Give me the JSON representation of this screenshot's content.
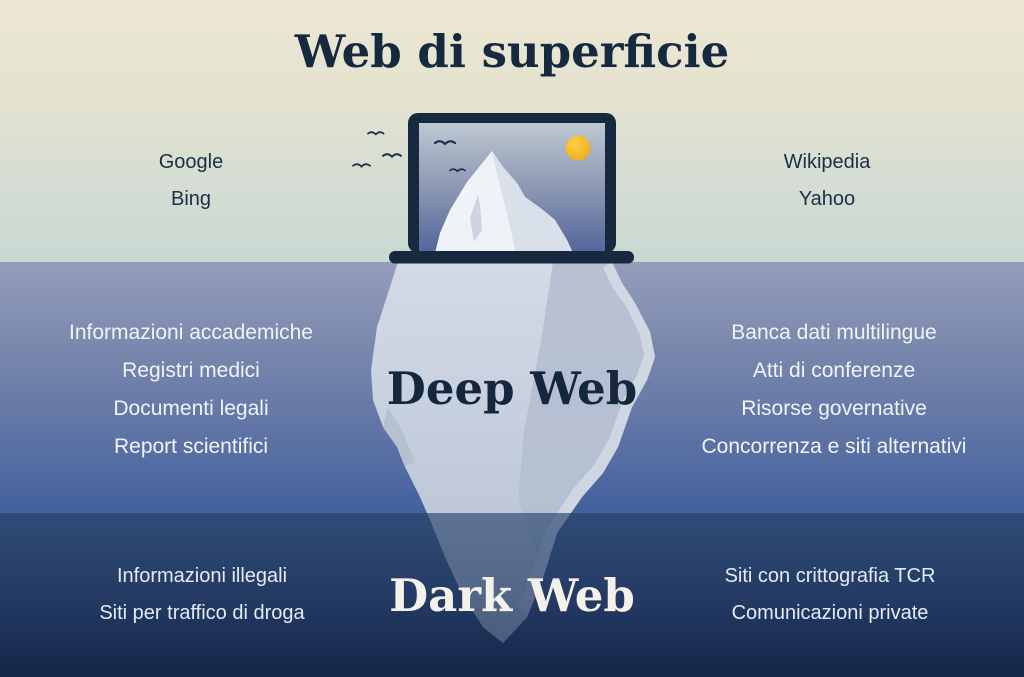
{
  "title": "Web di superficie",
  "surface_zone": {
    "left_items": [
      "Google",
      "Bing"
    ],
    "right_items": [
      "Wikipedia",
      "Yahoo"
    ]
  },
  "deep_zone": {
    "label": "Deep Web",
    "left_items": [
      "Informazioni accademiche",
      "Registri medici",
      "Documenti legali",
      "Report scientifici"
    ],
    "right_items": [
      "Banca dati multilingue",
      "Atti di conferenze",
      "Risorse governative",
      "Concorrenza e siti alternativi"
    ]
  },
  "dark_zone": {
    "label": "Dark Web",
    "left_items": [
      "Informazioni illegali",
      "Siti per traffico di droga"
    ],
    "right_items": [
      "Siti con crittografia TCR",
      "Comunicazioni private"
    ]
  },
  "icons": {
    "laptop": "laptop-icon: dark rounded rect frame + base bar",
    "iceberg": "iceberg-icon: faceted polygon",
    "sun": "sun-icon: circle",
    "birds": "bird-icon: double-arc gull stroke"
  },
  "colors": {
    "navy": "#17293f",
    "surface_top": "#ece7d2",
    "surface_bottom": "#c7d8d2",
    "deep_top": "#949eba",
    "deep_bottom": "#42619d",
    "dark_top": "#2f4c77",
    "dark_bottom": "#142649",
    "sun": "#f2ab1f",
    "iceberg_light": "#eff3f8",
    "light_text": "#f0f4f8",
    "dark_text": "#15293f"
  }
}
